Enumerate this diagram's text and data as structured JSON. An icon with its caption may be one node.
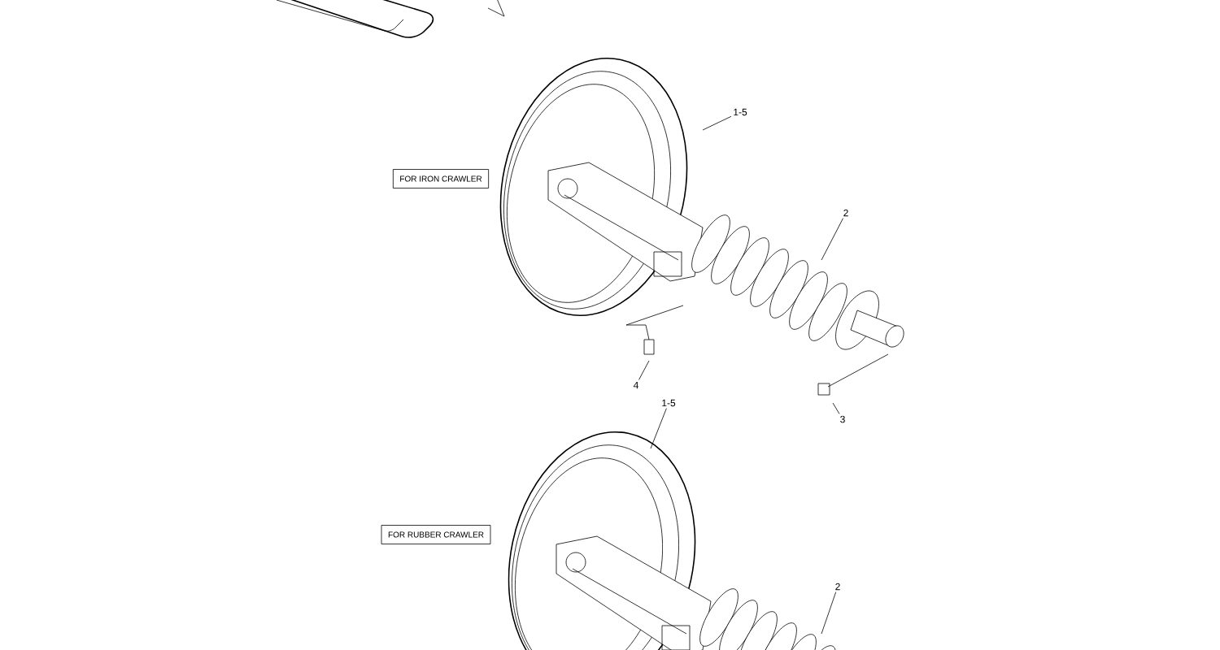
{
  "diagram": {
    "nodes": [
      {
        "text": [
          "FOR IRON CRAWLER"
        ]
      },
      {
        "text": [
          "FOR RUBBER CRAWLER"
        ]
      },
      {
        "text": [
          "1-5"
        ]
      },
      {
        "text": [
          "2"
        ]
      },
      {
        "text": [
          "4"
        ]
      },
      {
        "text": [
          "3"
        ]
      },
      {
        "text": [
          "1-5"
        ]
      },
      {
        "text": [
          "2"
        ]
      }
    ],
    "edges": [
      {
        "from": 2,
        "to": null,
        "arrow": "none"
      },
      {
        "from": 3,
        "to": null,
        "arrow": "none"
      },
      {
        "from": 4,
        "to": null,
        "arrow": "none"
      },
      {
        "from": 5,
        "to": null,
        "arrow": "none"
      },
      {
        "from": 6,
        "to": null,
        "arrow": "none"
      },
      {
        "from": 7,
        "to": null,
        "arrow": "none"
      }
    ]
  }
}
